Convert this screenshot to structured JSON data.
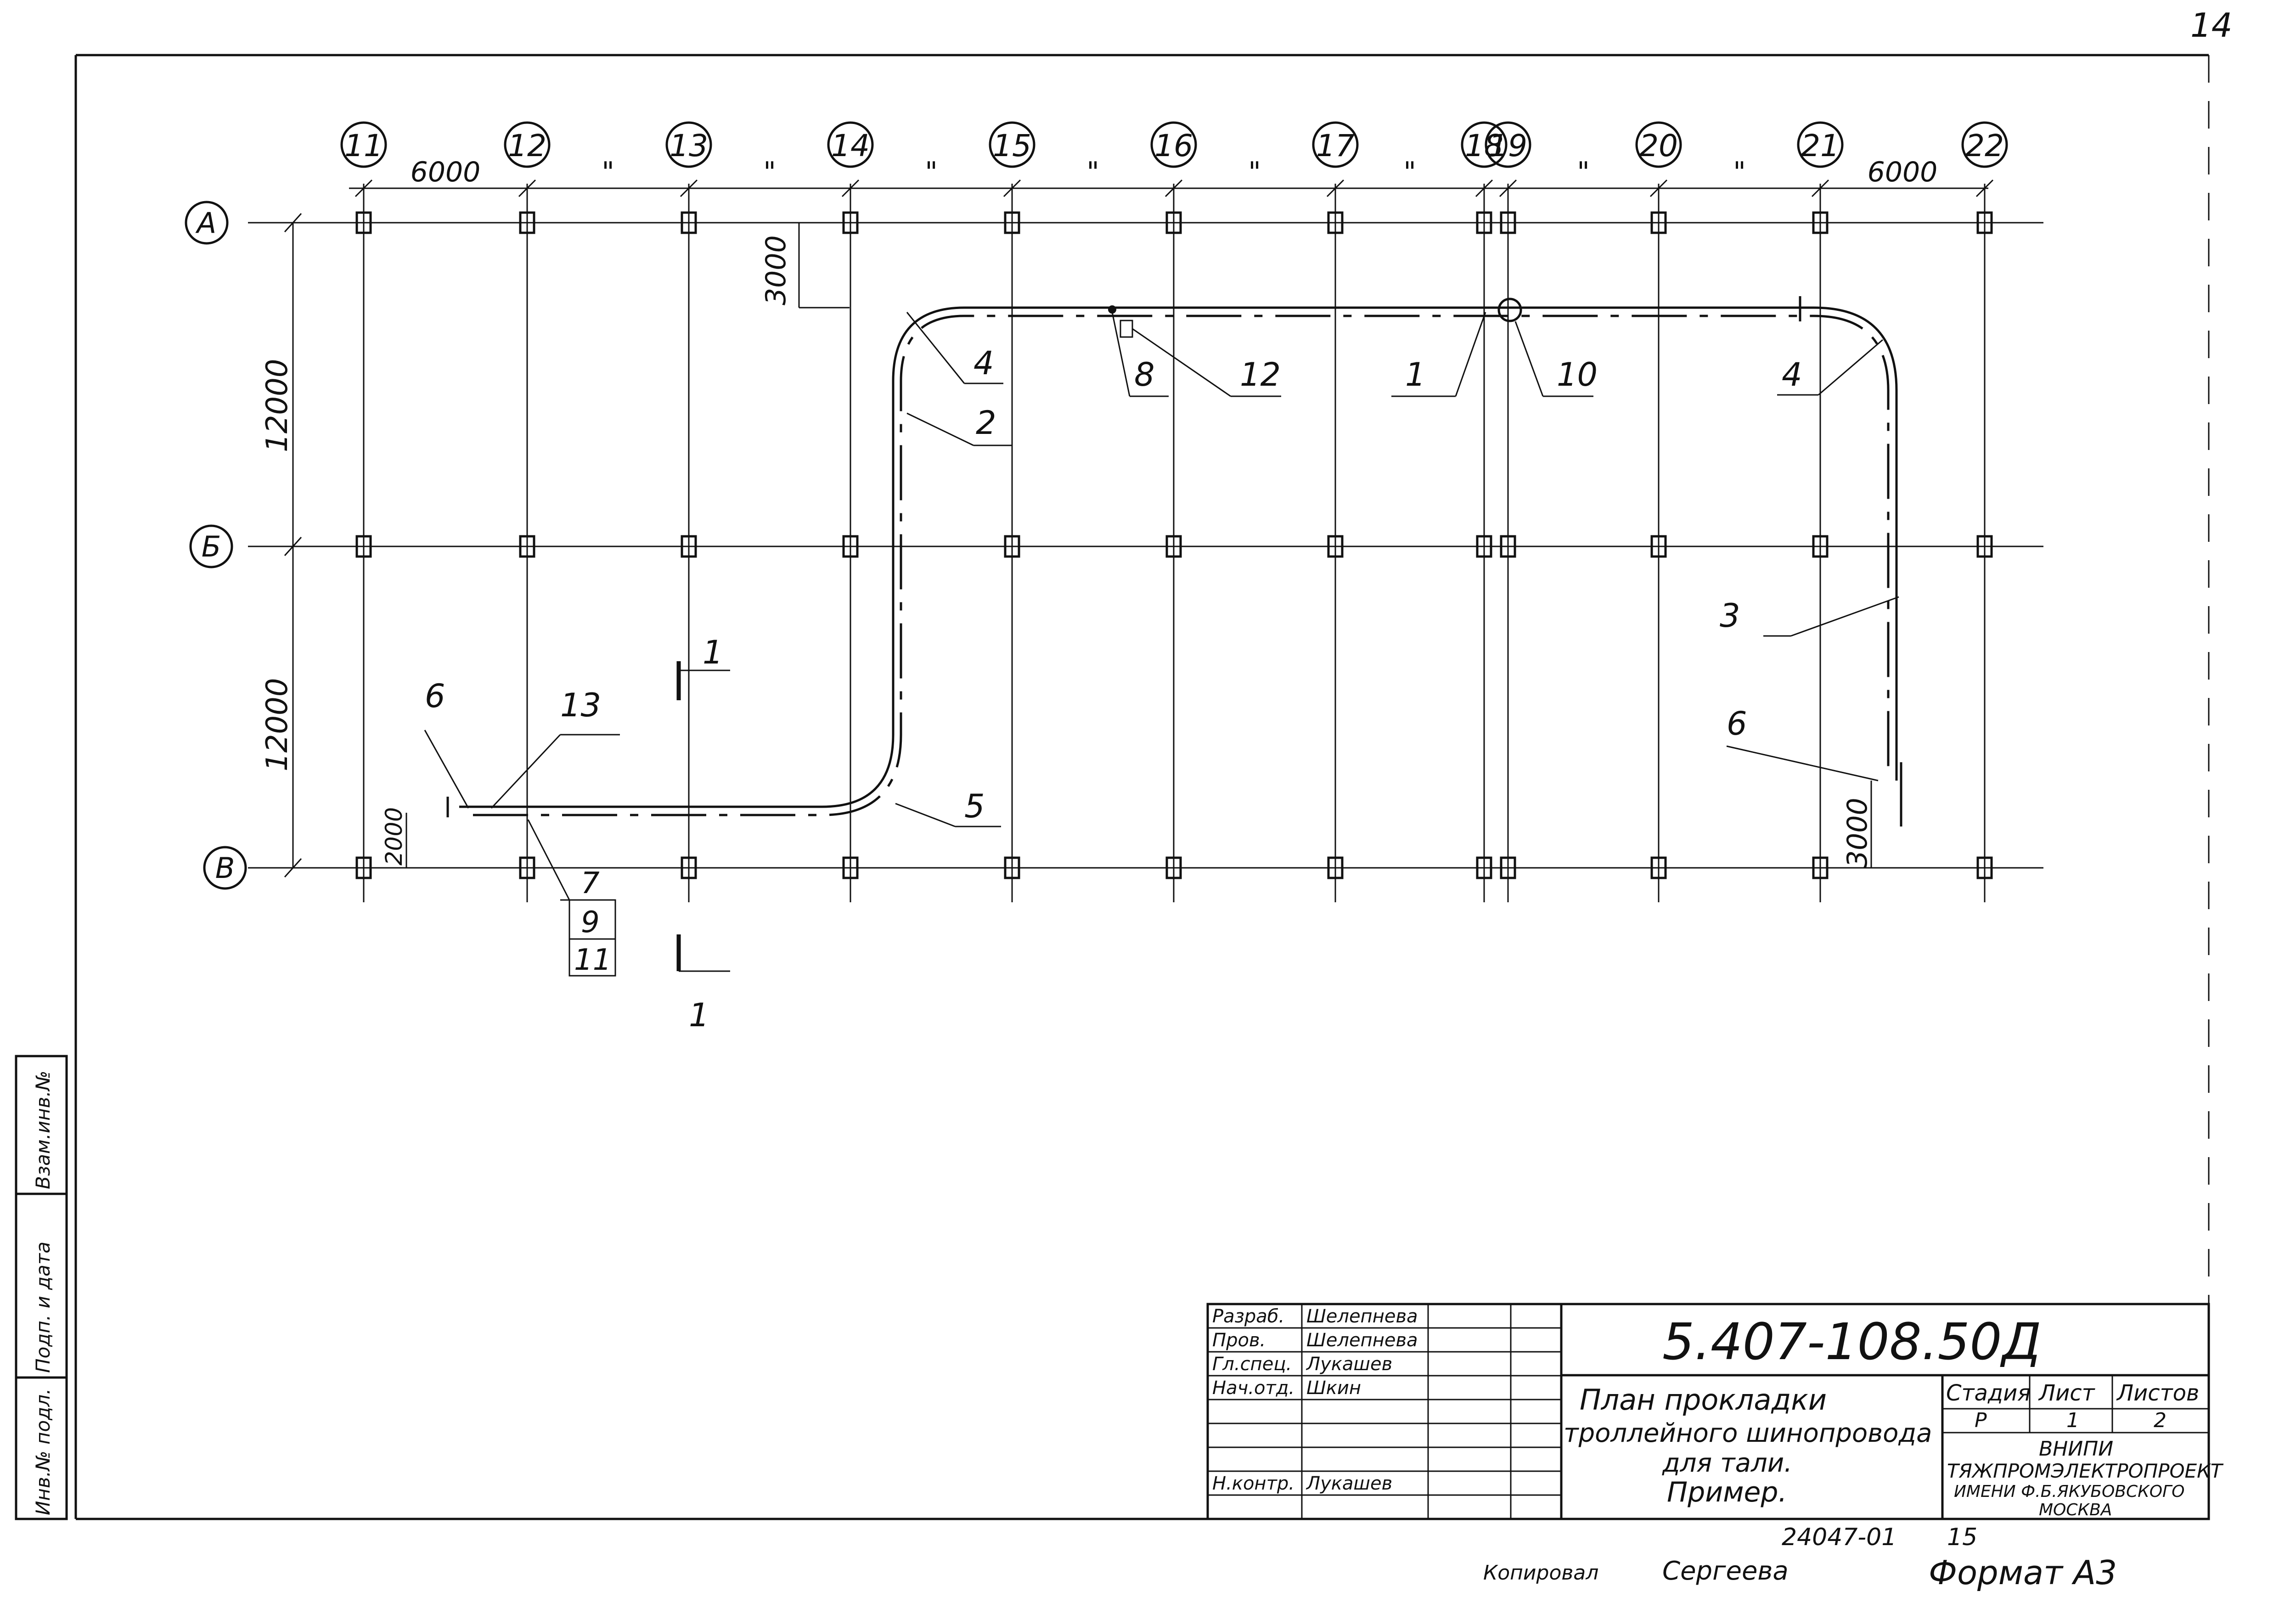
{
  "sheet_number": "14",
  "axes_columns": [
    "11",
    "12",
    "13",
    "14",
    "15",
    "16",
    "17",
    "18",
    "19",
    "20",
    "21",
    "22"
  ],
  "axes_rows": [
    "А",
    "Б",
    "В"
  ],
  "dimensions": {
    "top_first": "6000",
    "top_repeat": "\"",
    "top_last": "6000",
    "left_span_1": "12000",
    "left_span_2": "12000",
    "offset_top": "3000",
    "offset_bottom_left": "2000",
    "offset_right": "3000"
  },
  "callouts": [
    "1",
    "2",
    "3",
    "4",
    "4",
    "5",
    "6",
    "6",
    "7",
    "9",
    "11",
    "8",
    "10",
    "12",
    "13"
  ],
  "section_marks": [
    "1",
    "1"
  ],
  "title_block": {
    "designation": "5.407-108.50Д",
    "title_lines": [
      "План прокладки",
      "троллейного шинопровода",
      "для тали.",
      "Пример."
    ],
    "roles": [
      "Разраб.",
      "Пров.",
      "Гл.спец.",
      "Нач.отд.",
      "",
      "",
      "",
      "Н.контр."
    ],
    "names": [
      "Шелепнева",
      "Шелепнева",
      "Лукашев",
      "Шкин",
      "",
      "",
      "",
      "Лукашев"
    ],
    "stage_header": "Стадия",
    "sheet_header": "Лист",
    "sheets_header": "Листов",
    "stage": "Р",
    "sheet": "1",
    "sheets": "2",
    "org_lines": [
      "ВНИПИ",
      "ТЯЖПРОМЭЛЕКТРОПРОЕКТ",
      "ИМЕНИ Ф.Б.ЯКУБОВСКОГО",
      "МОСКВА"
    ]
  },
  "left_stamp": [
    "Инв.№ подл.",
    "Подп. и дата",
    "Взам.инв.№"
  ],
  "footer": {
    "code": "24047-01",
    "num": "15",
    "copied": "Копировал",
    "name": "Сергеева",
    "format": "Формат А3"
  }
}
